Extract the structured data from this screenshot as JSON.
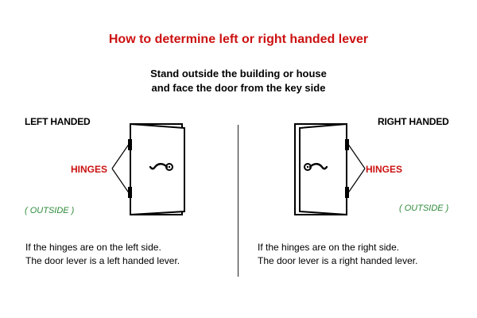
{
  "title": "How to determine left or right handed lever",
  "subtitle": {
    "line1": "Stand outside the building or house",
    "line2": "and face the door from the key side"
  },
  "left": {
    "heading": "LEFT HANDED",
    "hinges_label": "HINGES",
    "outside_label": "( OUTSIDE )",
    "desc_line1": "If the hinges are on the left side.",
    "desc_line2": "The door lever is a left handed lever."
  },
  "right": {
    "heading": "RIGHT HANDED",
    "hinges_label": "HINGES",
    "outside_label": "( OUTSIDE )",
    "desc_line1": "If the hinges are on the right side.",
    "desc_line2": "The door lever is a right handed lever."
  },
  "colors": {
    "title": "#cc1111",
    "hinges": "#cc1111",
    "outside": "#2e8b3a"
  }
}
